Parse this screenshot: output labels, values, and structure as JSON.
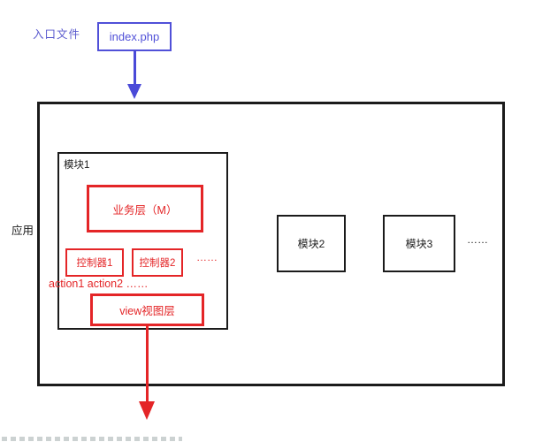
{
  "colors": {
    "blue": "#5050d8",
    "red": "#e42527",
    "black": "#1b1b1b"
  },
  "entry": {
    "label": "入口文件",
    "file": "index.php"
  },
  "app": {
    "label": "应用"
  },
  "module1": {
    "title": "模块1",
    "business_layer": "业务层（M）",
    "controller1": "控制器1",
    "controller2": "控制器2",
    "controllers_ellipsis": "……",
    "actions": "action1 action2 ……",
    "view_layer": "view视图层"
  },
  "module2": {
    "title": "模块2"
  },
  "module3": {
    "title": "模块3"
  },
  "modules_ellipsis": "……"
}
